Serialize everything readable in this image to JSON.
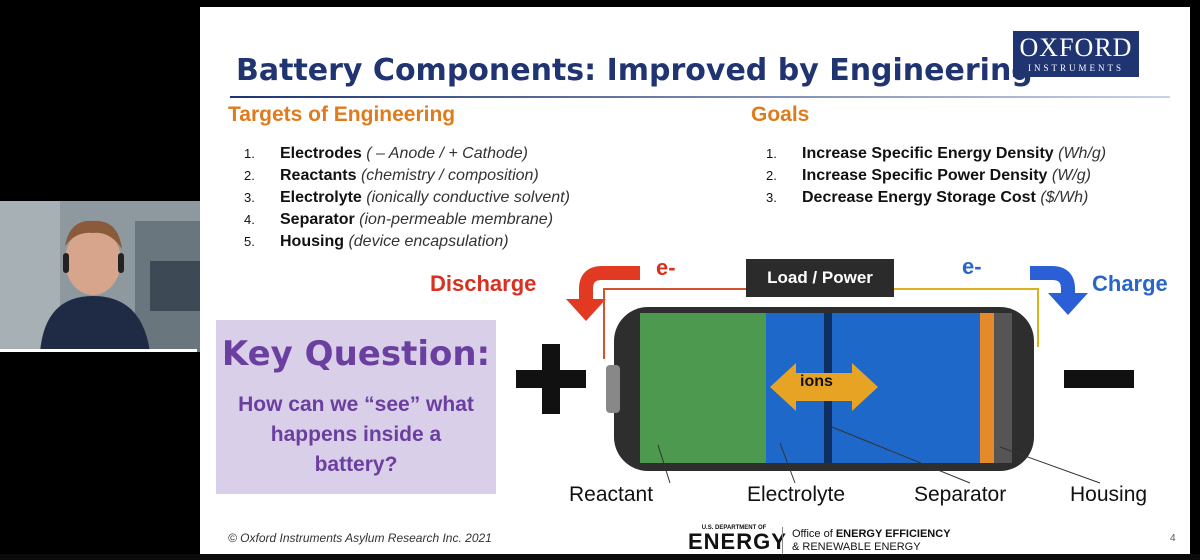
{
  "slide": {
    "title": "Battery Components: Improved by Engineering",
    "logo": {
      "line1": "OXFORD",
      "line2": "INSTRUMENTS"
    },
    "targets": {
      "heading": "Targets of Engineering",
      "items": [
        {
          "num": "1.",
          "bold": "Electrodes",
          "italic": "( – Anode / + Cathode)"
        },
        {
          "num": "2.",
          "bold": "Reactants",
          "italic": "(chemistry / composition)"
        },
        {
          "num": "3.",
          "bold": "Electrolyte",
          "italic": "(ionically conductive solvent)"
        },
        {
          "num": "4.",
          "bold": "Separator",
          "italic": "(ion-permeable membrane)"
        },
        {
          "num": "5.",
          "bold": "Housing",
          "italic": "(device encapsulation)"
        }
      ]
    },
    "goals": {
      "heading": "Goals",
      "items": [
        {
          "num": "1.",
          "bold": "Increase Specific Energy Density",
          "italic": "(Wh/g)"
        },
        {
          "num": "2.",
          "bold": "Increase Specific Power Density",
          "italic": "(W/g)"
        },
        {
          "num": "3.",
          "bold": "Decrease Energy Storage Cost",
          "italic": "($/Wh)"
        }
      ]
    },
    "key_question": {
      "title": "Key Question:",
      "body": "How can we “see” what happens inside a battery?"
    },
    "diagram": {
      "discharge": "Discharge",
      "charge": "Charge",
      "electron_left": "e-",
      "electron_right": "e-",
      "load": "Load / Power",
      "ions": "ions",
      "components": [
        "Reactant",
        "Electrolyte",
        "Separator",
        "Housing"
      ]
    },
    "footer": {
      "copyright": "© Oxford Instruments Asylum Research Inc. 2021",
      "doe_small": "U.S. DEPARTMENT OF",
      "doe_big": "ENERGY",
      "eere_line1_prefix": "Office of",
      "eere_line1_bold": "ENERGY EFFICIENCY",
      "eere_line2": "& RENEWABLE ENERGY",
      "page_number": "4"
    },
    "colors": {
      "title": "#1f3470",
      "heading": "#e07b1d",
      "discharge": "#d93020",
      "charge": "#2a66c8",
      "key_question": "#6b3fa0",
      "key_box": "#d9cfe8"
    }
  }
}
